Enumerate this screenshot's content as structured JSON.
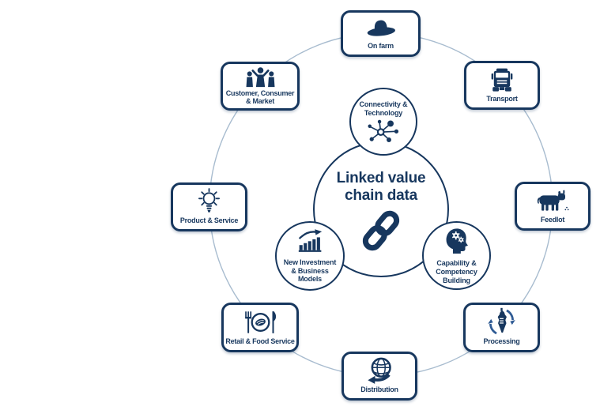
{
  "diagram": {
    "title": "Linked value chain data",
    "center_icon": "chain-link-icon",
    "outer_nodes": [
      {
        "label": "On farm",
        "icon": "cowboy-hat-icon"
      },
      {
        "label": "Transport",
        "icon": "truck-icon"
      },
      {
        "label": "Feedlot",
        "icon": "cow-icon"
      },
      {
        "label": "Processing",
        "icon": "carcass-recycle-icon"
      },
      {
        "label": "Distribution",
        "icon": "globe-arrow-icon"
      },
      {
        "label": "Retail & Food Service",
        "icon": "plate-cutlery-icon"
      },
      {
        "label": "Product & Service",
        "icon": "lightbulb-icon"
      },
      {
        "label": "Customer, Consumer & Market",
        "icon": "people-group-icon"
      }
    ],
    "inner_nodes": [
      {
        "label": "Connectivity & Technology",
        "icon": "network-nodes-icon"
      },
      {
        "label": "New Investment & Business Models",
        "icon": "bar-chart-growth-icon"
      },
      {
        "label": "Capability & Competency Building",
        "icon": "head-gears-icon"
      }
    ],
    "colors": {
      "navy": "#17375E",
      "ring": "#A8BCCF",
      "background": "#FFFFFF"
    }
  }
}
